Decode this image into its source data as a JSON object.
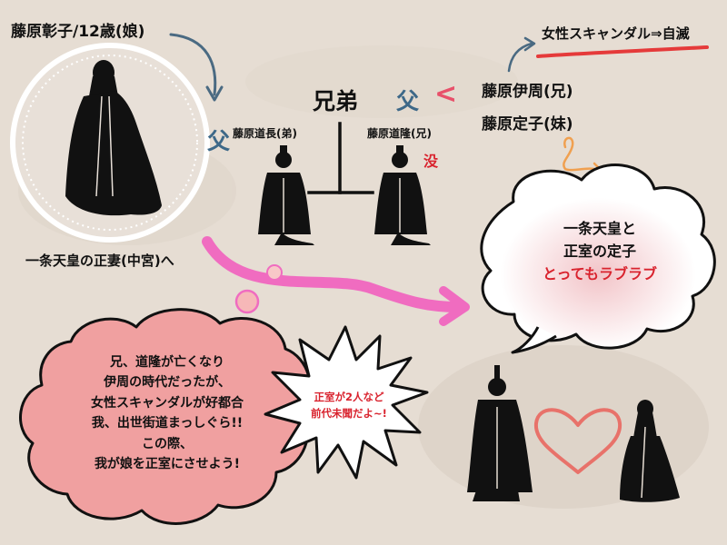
{
  "people": {
    "shoshi": "藤原彰子/12歳(娘)",
    "michinaga": "藤原道長(弟)",
    "michitaka": "藤原道隆(兄)",
    "korechika": "藤原伊周(兄)",
    "teishi": "藤原定子(妹)"
  },
  "relations": {
    "brothers": "兄弟",
    "father_left": "父",
    "father_right": "父",
    "deceased": "没",
    "less_than": "<"
  },
  "captions": {
    "empress": "一条天皇の正妻(中宮)へ",
    "scandal": "女性スキャンダル⇒自滅"
  },
  "cloud_right": {
    "line1": "一条天皇と",
    "line2": "正室の定子",
    "line3": "とってもラブラブ"
  },
  "cloud_left": {
    "lines": [
      "兄、道隆が亡くなり",
      "伊周の時代だったが、",
      "女性スキャンダルが好都合",
      "我、出世街道まっしぐら!!",
      "この際、",
      "我が娘を正室にさせよう!"
    ]
  },
  "burst": {
    "line1": "正室が2人など",
    "line2": "前代未聞だよ~!"
  },
  "colors": {
    "background": "#e6ddd3",
    "arrow_blue": "#4a6a82",
    "father_blue": "#3d6888",
    "red": "#d9232e",
    "pink_arrow": "#f06cc0",
    "cloud_pink": "#f0a0a0",
    "heart": "#e8726a",
    "orange": "#f0a050"
  },
  "icons": {
    "portrait": "noble-woman-silhouette-icon",
    "michinaga": "noble-man-silhouette-icon",
    "michitaka": "noble-man-silhouette-icon",
    "emperor": "emperor-silhouette-icon",
    "empress": "empress-silhouette-icon",
    "heart": "heart-outline-icon"
  }
}
